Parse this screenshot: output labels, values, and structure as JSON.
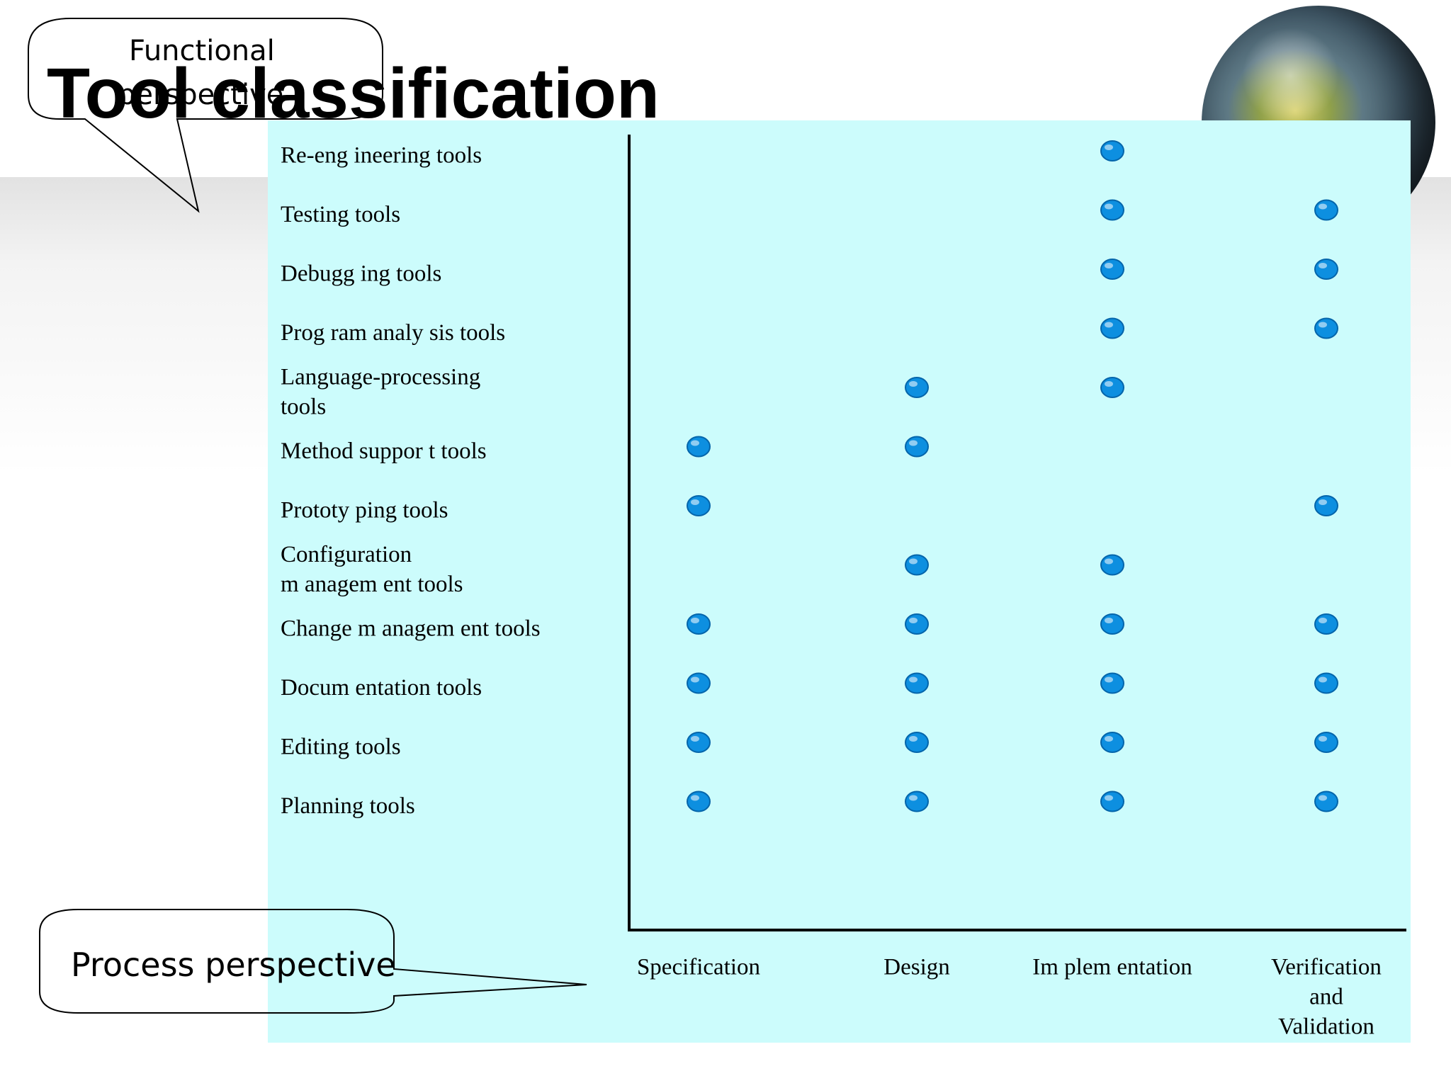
{
  "title": "Tool classification",
  "callouts": {
    "functional": [
      "Functional",
      "perspective"
    ],
    "process": "Process perspective"
  },
  "colors": {
    "panel": "#ccfcfc",
    "dot": "#0d8fe0",
    "dot_edge": "#0565aa"
  },
  "chart_data": {
    "type": "matrix",
    "rows": [
      {
        "label": [
          "Re-eng ineering  tools"
        ],
        "stages": [
          2
        ]
      },
      {
        "label": [
          "Testing tools"
        ],
        "stages": [
          2,
          3
        ]
      },
      {
        "label": [
          "Debugg ing tools"
        ],
        "stages": [
          2,
          3
        ]
      },
      {
        "label": [
          "Prog ram  analy sis tools"
        ],
        "stages": [
          2,
          3
        ]
      },
      {
        "label": [
          "Language-processing",
          "tools"
        ],
        "stages": [
          1,
          2
        ]
      },
      {
        "label": [
          "Method suppor    t tools"
        ],
        "stages": [
          0,
          1
        ]
      },
      {
        "label": [
          "Prototy ping tools"
        ],
        "stages": [
          0,
          3
        ]
      },
      {
        "label": [
          "Configuration",
          "m anagem ent tools"
        ],
        "stages": [
          1,
          2
        ]
      },
      {
        "label": [
          "Change m anagem ent tools"
        ],
        "stages": [
          0,
          1,
          2,
          3
        ]
      },
      {
        "label": [
          "Docum entation tools"
        ],
        "stages": [
          0,
          1,
          2,
          3
        ]
      },
      {
        "label": [
          "Editing tools"
        ],
        "stages": [
          0,
          1,
          2,
          3
        ]
      },
      {
        "label": [
          "Planning  tools"
        ],
        "stages": [
          0,
          1,
          2,
          3
        ]
      }
    ],
    "stages": [
      [
        "Specification"
      ],
      [
        "Design"
      ],
      [
        "Im plem entation"
      ],
      [
        "Verification",
        "and",
        "Validation"
      ]
    ]
  }
}
